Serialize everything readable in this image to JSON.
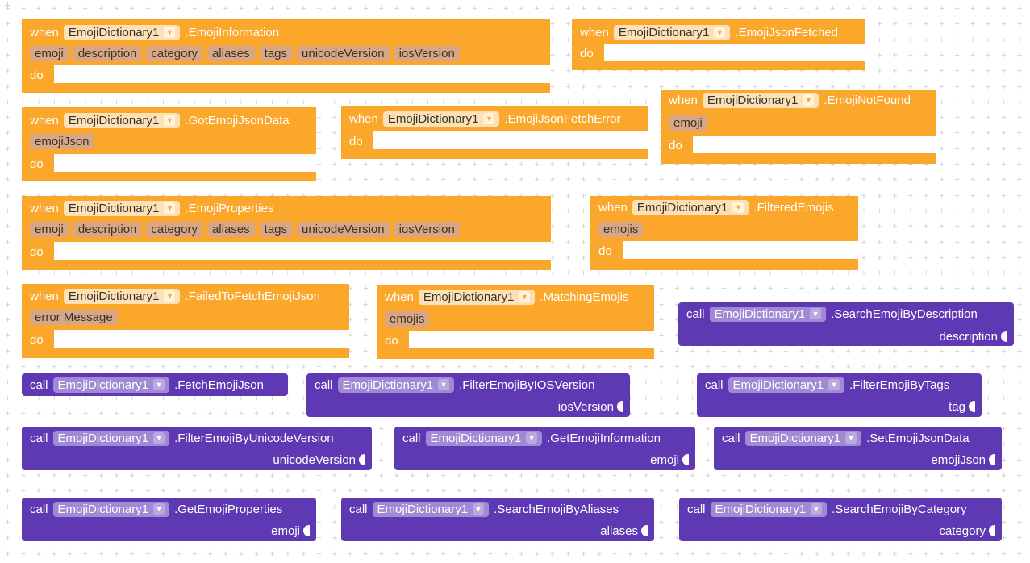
{
  "component": "EmojiDictionary1",
  "labels": {
    "when": "when",
    "do": "do",
    "call": "call"
  },
  "events": {
    "emoji_information": {
      "name": ".EmojiInformation",
      "params": [
        "emoji",
        "description",
        "category",
        "aliases",
        "tags",
        "unicodeVersion",
        "iosVersion"
      ]
    },
    "emoji_json_fetched": {
      "name": ".EmojiJsonFetched"
    },
    "got_emoji_json_data": {
      "name": ".GotEmojiJsonData",
      "params": [
        "emojiJson"
      ]
    },
    "emoji_json_fetch_error": {
      "name": ".EmojiJsonFetchError"
    },
    "emoji_not_found": {
      "name": ".EmojiNotFound",
      "params": [
        "emoji"
      ]
    },
    "emoji_properties": {
      "name": ".EmojiProperties",
      "params": [
        "emoji",
        "description",
        "category",
        "aliases",
        "tags",
        "unicodeVersion",
        "iosVersion"
      ]
    },
    "filtered_emojis": {
      "name": ".FilteredEmojis",
      "params": [
        "emojis"
      ]
    },
    "failed_to_fetch": {
      "name": ".FailedToFetchEmojiJson",
      "params": [
        "error Message"
      ]
    },
    "matching_emojis": {
      "name": ".MatchingEmojis",
      "params": [
        "emojis"
      ]
    }
  },
  "methods": {
    "search_by_description": {
      "name": ".SearchEmojiByDescription",
      "arg": "description"
    },
    "fetch_emoji_json": {
      "name": ".FetchEmojiJson"
    },
    "filter_by_ios": {
      "name": ".FilterEmojiByIOSVersion",
      "arg": "iosVersion"
    },
    "filter_by_tags": {
      "name": ".FilterEmojiByTags",
      "arg": "tag"
    },
    "filter_by_unicode": {
      "name": ".FilterEmojiByUnicodeVersion",
      "arg": "unicodeVersion"
    },
    "get_emoji_information": {
      "name": ".GetEmojiInformation",
      "arg": "emoji"
    },
    "set_emoji_json_data": {
      "name": ".SetEmojiJsonData",
      "arg": "emojiJson"
    },
    "get_emoji_properties": {
      "name": ".GetEmojiProperties",
      "arg": "emoji"
    },
    "search_by_aliases": {
      "name": ".SearchEmojiByAliases",
      "arg": "aliases"
    },
    "search_by_category": {
      "name": ".SearchEmojiByCategory",
      "arg": "category"
    }
  },
  "colors": {
    "event": "#fba72c",
    "method": "#5f39b3",
    "param": "#d9a683"
  },
  "icons": {
    "dropdown": "dropdown-arrow-icon"
  }
}
